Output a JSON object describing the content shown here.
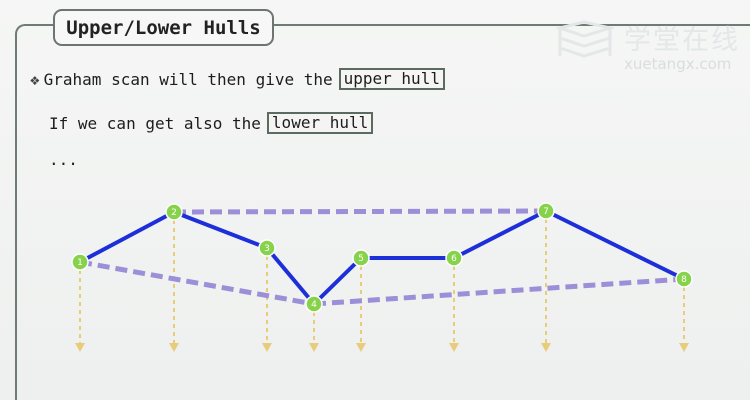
{
  "slide": {
    "title": "Upper/Lower Hulls",
    "bullet_symbol": "❖",
    "line1_text": "Graham scan will then give the",
    "line1_boxed": "upper hull",
    "line2_text": "If we can get also the",
    "line2_boxed": "lower hull",
    "line3_text": "..."
  },
  "watermark": {
    "chinese": "学堂在线",
    "url": "xuetangx.com",
    "icon": "book-logo-icon"
  },
  "points": [
    {
      "label": "1"
    },
    {
      "label": "2"
    },
    {
      "label": "3"
    },
    {
      "label": "4"
    },
    {
      "label": "5"
    },
    {
      "label": "6"
    },
    {
      "label": "7"
    },
    {
      "label": "8"
    }
  ],
  "colors": {
    "upper_hull": "#1d2fd9",
    "lower_hull": "#9c8fd8",
    "node_fill": "#86d24a",
    "drop_line": "#e8cc7a",
    "title_border": "#6c7572",
    "box_border": "#5b6b60"
  }
}
